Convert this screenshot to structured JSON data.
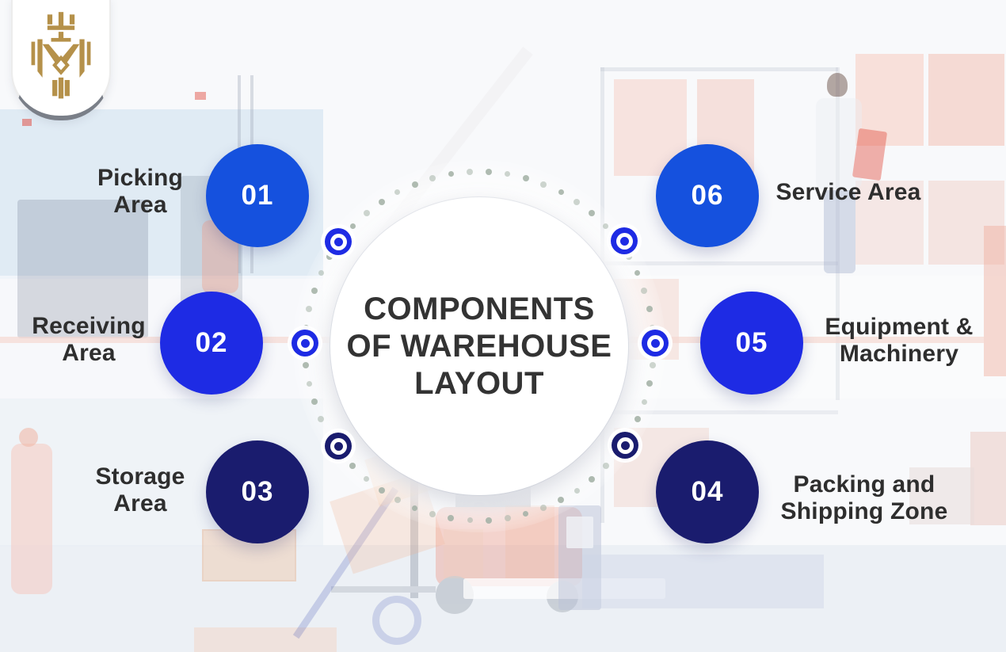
{
  "brand": {
    "logo_name": "gold-crown-emblem"
  },
  "center": {
    "title_lines": [
      "COMPONENTS",
      "OF WAREHOUSE",
      "LAYOUT"
    ]
  },
  "items": [
    {
      "number": "01",
      "lines": [
        "Picking",
        "Area"
      ],
      "color": "#1551de"
    },
    {
      "number": "02",
      "lines": [
        "Receiving",
        "Area"
      ],
      "color": "#1e2be4"
    },
    {
      "number": "03",
      "lines": [
        "Storage",
        "Area"
      ],
      "color": "#1a1c6e"
    },
    {
      "number": "04",
      "lines": [
        "Packing and",
        "Shipping Zone"
      ],
      "color": "#1a1c6e"
    },
    {
      "number": "05",
      "lines": [
        "Equipment &",
        "Machinery"
      ],
      "color": "#1e2be4"
    },
    {
      "number": "06",
      "lines": [
        "Service Area"
      ],
      "color": "#1551de"
    }
  ],
  "targets": [
    {
      "pos": "top-left",
      "color": "#1e2be4"
    },
    {
      "pos": "left",
      "color": "#1e2be4"
    },
    {
      "pos": "bottom-left",
      "color": "#1a1c6e"
    },
    {
      "pos": "top-right",
      "color": "#1e2be4"
    },
    {
      "pos": "right",
      "color": "#1e2be4"
    },
    {
      "pos": "bottom-right",
      "color": "#1a1c6e"
    }
  ],
  "colors": {
    "ring_dot": "#a6b4a8",
    "title_text": "#333333",
    "label_text": "#2e2e2e",
    "accent_blue": "#1551de",
    "vivid_blue": "#1e2be4",
    "navy": "#1a1c6e",
    "gold": "#b5914a"
  }
}
